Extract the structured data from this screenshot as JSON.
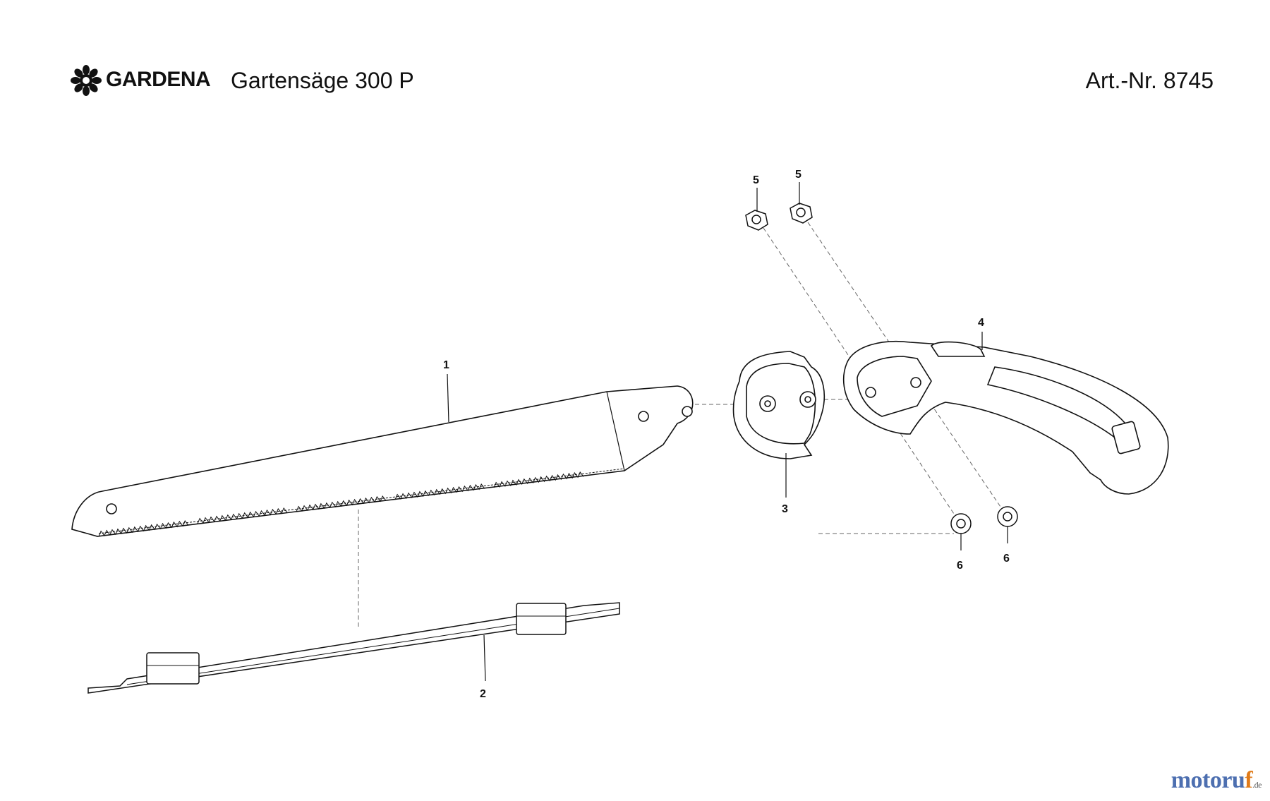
{
  "header": {
    "brand": "GARDENA",
    "product_title": "Gartensäge 300 P",
    "article_number": "Art.-Nr. 8745"
  },
  "parts": [
    {
      "number": "1",
      "name": "saw-blade"
    },
    {
      "number": "2",
      "name": "blade-guard-strip"
    },
    {
      "number": "3",
      "name": "blade-holder"
    },
    {
      "number": "4",
      "name": "handle"
    },
    {
      "number": "5",
      "name": "nut"
    },
    {
      "number": "5",
      "name": "nut"
    },
    {
      "number": "6",
      "name": "washer"
    },
    {
      "number": "6",
      "name": "washer"
    }
  ],
  "watermark": {
    "text_main": "motoru",
    "text_accent": "f",
    "text_tld": ".de"
  }
}
